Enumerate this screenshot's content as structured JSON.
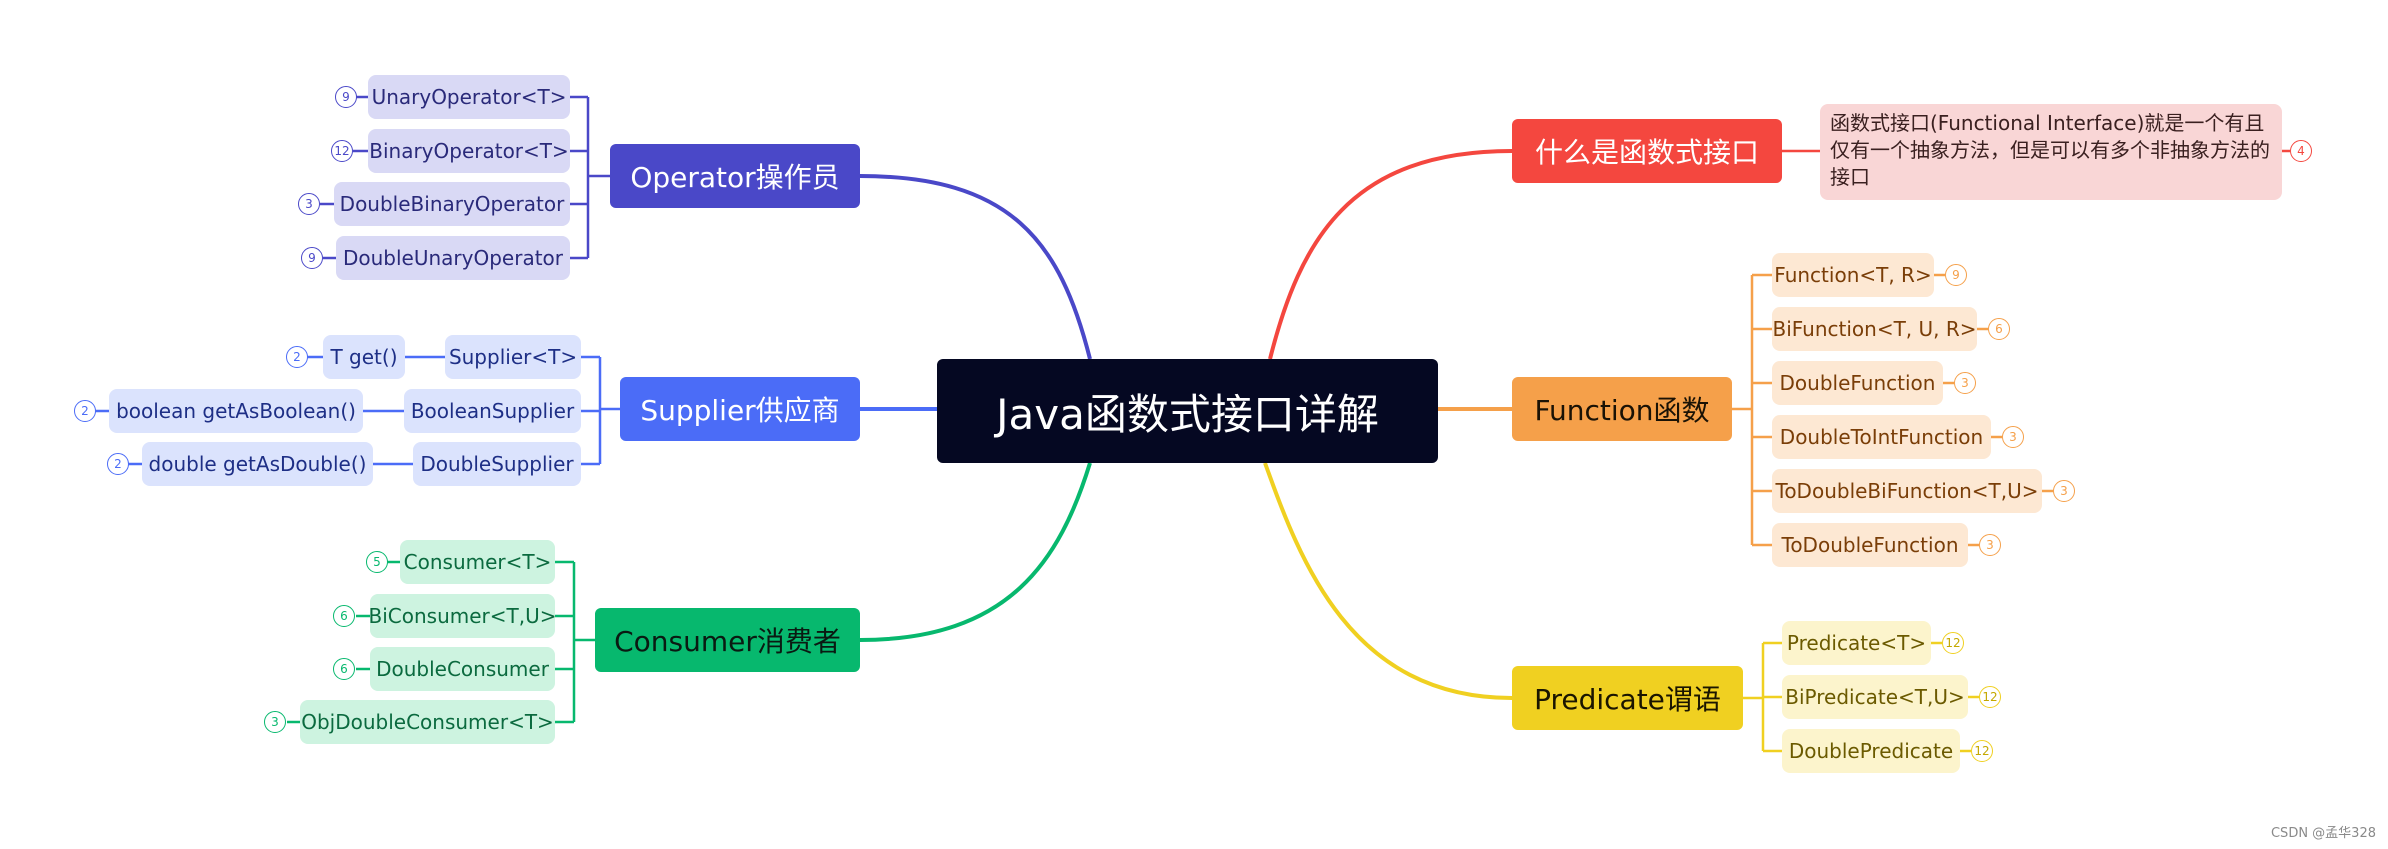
{
  "title": "Java函数式接口详解",
  "colors": {
    "operator": "#4a48c8",
    "supplier": "#4b6cf7",
    "consumer": "#07b86e",
    "what": "#f4473f",
    "function": "#f5a04a",
    "predicate": "#f0d021"
  },
  "operator": {
    "label": "Operator操作员",
    "items": [
      {
        "label": "UnaryOperator<T>",
        "count": "9"
      },
      {
        "label": "BinaryOperator<T>",
        "count": "12"
      },
      {
        "label": "DoubleBinaryOperator",
        "count": "3"
      },
      {
        "label": "DoubleUnaryOperator",
        "count": "9"
      }
    ]
  },
  "supplier": {
    "label": "Supplier供应商",
    "items": [
      {
        "label": "Supplier<T>",
        "method": "T get()",
        "count": "2"
      },
      {
        "label": "BooleanSupplier",
        "method": "boolean getAsBoolean()",
        "count": "2"
      },
      {
        "label": "DoubleSupplier",
        "method": "double getAsDouble()",
        "count": "2"
      }
    ]
  },
  "consumer": {
    "label": "Consumer消费者",
    "items": [
      {
        "label": "Consumer<T>",
        "count": "5"
      },
      {
        "label": "BiConsumer<T,U>",
        "count": "6"
      },
      {
        "label": "DoubleConsumer",
        "count": "6"
      },
      {
        "label": "ObjDoubleConsumer<T>",
        "count": "3"
      }
    ]
  },
  "what": {
    "label": "什么是函数式接口",
    "note": "函数式接口(Functional Interface)就是一个有且仅有一个抽象方法，但是可以有多个非抽象方法的接口",
    "count": "4"
  },
  "function": {
    "label": "Function函数",
    "items": [
      {
        "label": "Function<T, R>",
        "count": "9"
      },
      {
        "label": "BiFunction<T, U, R>",
        "count": "6"
      },
      {
        "label": "DoubleFunction",
        "count": "3"
      },
      {
        "label": "DoubleToIntFunction",
        "count": "3"
      },
      {
        "label": "ToDoubleBiFunction<T,U>",
        "count": "3"
      },
      {
        "label": "ToDoubleFunction",
        "count": "3"
      }
    ]
  },
  "predicate": {
    "label": "Predicate谓语",
    "items": [
      {
        "label": "Predicate<T>",
        "count": "12"
      },
      {
        "label": "BiPredicate<T,U>",
        "count": "12"
      },
      {
        "label": "DoublePredicate",
        "count": "12"
      }
    ]
  },
  "watermark": "CSDN @孟华328"
}
